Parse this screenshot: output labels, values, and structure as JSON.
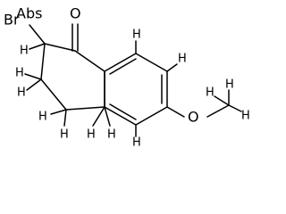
{
  "molecule": {
    "atoms": {
      "abs": "Abs",
      "bromine": "Br",
      "oxygen_carbonyl": "O",
      "oxygen_ether": "O",
      "hydrogen": "H"
    }
  }
}
